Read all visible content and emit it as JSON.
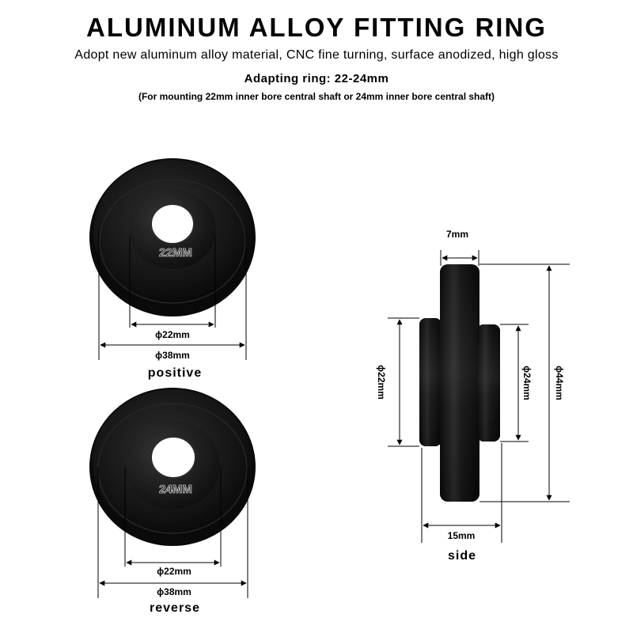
{
  "header": {
    "title": "ALUMINUM ALLOY FITTING RING",
    "subtitle": "Adopt new aluminum alloy material, CNC fine turning, surface anodized, high gloss",
    "spec": "Adapting ring: 22-24mm",
    "note": "(For mounting 22mm inner bore central shaft or 24mm inner bore central shaft)"
  },
  "views": {
    "positive": {
      "caption": "positive",
      "engraving": "22MM",
      "inner_dim": "ϕ22mm",
      "outer_dim": "ϕ38mm"
    },
    "reverse": {
      "caption": "reverse",
      "engraving": "24MM",
      "inner_dim": "ϕ22mm",
      "outer_dim": "ϕ38mm"
    },
    "side": {
      "caption": "side",
      "top_width": "7mm",
      "total_width": "15mm",
      "left_dia": "ϕ22mm",
      "mid_dia": "ϕ24mm",
      "right_dia": "ϕ44mm"
    }
  },
  "colors": {
    "ring_body": "#111111",
    "ring_highlight": "#3a3a3a",
    "background": "#ffffff"
  }
}
